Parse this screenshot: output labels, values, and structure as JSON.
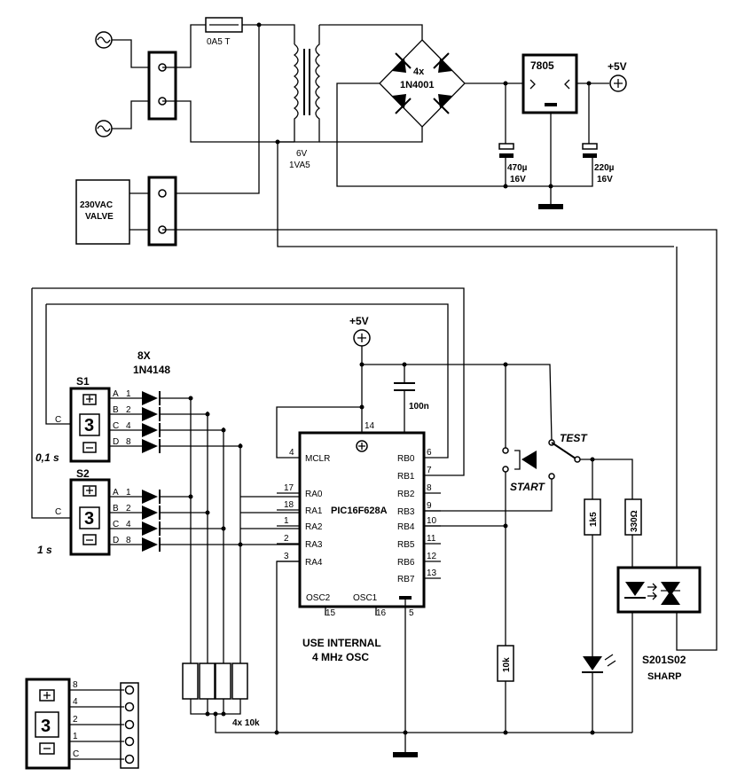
{
  "fuse_label": "0A5 T",
  "transformer": {
    "voltage": "6V",
    "power": "1VA5"
  },
  "bridge": {
    "count": "4x",
    "part": "1N4001"
  },
  "regulator": {
    "part": "7805"
  },
  "supply_out": "+5V",
  "supply_mcu": "+5V",
  "caps": {
    "c1_value": "470µ",
    "c1_volt": "16V",
    "c2_value": "220µ",
    "c2_volt": "16V",
    "c3_value": "100n"
  },
  "valve": {
    "line1": "230VAC",
    "line2": "VALVE"
  },
  "diodes": {
    "count": "8X",
    "part": "1N4148"
  },
  "switch1": {
    "name": "S1",
    "digit": "3",
    "common": "C",
    "time": "0,1 s",
    "pins": [
      {
        "letter": "A",
        "num": "1"
      },
      {
        "letter": "B",
        "num": "2"
      },
      {
        "letter": "C",
        "num": "4"
      },
      {
        "letter": "D",
        "num": "8"
      }
    ]
  },
  "switch2": {
    "name": "S2",
    "digit": "3",
    "common": "C",
    "time": "1 s",
    "pins": [
      {
        "letter": "A",
        "num": "1"
      },
      {
        "letter": "B",
        "num": "2"
      },
      {
        "letter": "C",
        "num": "4"
      },
      {
        "letter": "D",
        "num": "8"
      }
    ]
  },
  "mcu": {
    "part": "PIC16F628A",
    "vdd_pin": "14",
    "vss_pin": "5",
    "left_pins": [
      {
        "name": "MCLR",
        "num": "4"
      },
      {
        "name": "RA0",
        "num": "17"
      },
      {
        "name": "RA1",
        "num": "18"
      },
      {
        "name": "RA2",
        "num": "1"
      },
      {
        "name": "RA3",
        "num": "2"
      },
      {
        "name": "RA4",
        "num": "3"
      }
    ],
    "right_pins": [
      {
        "name": "RB0",
        "num": "6"
      },
      {
        "name": "RB1",
        "num": "7"
      },
      {
        "name": "RB2",
        "num": "8"
      },
      {
        "name": "RB3",
        "num": "9"
      },
      {
        "name": "RB4",
        "num": "10"
      },
      {
        "name": "RB5",
        "num": "11"
      },
      {
        "name": "RB6",
        "num": "12"
      },
      {
        "name": "RB7",
        "num": "13"
      }
    ],
    "osc2": "OSC2",
    "osc2_pin": "15",
    "osc1": "OSC1",
    "osc1_pin": "16"
  },
  "osc_note": {
    "line1": "USE INTERNAL",
    "line2": "4 MHz OSC"
  },
  "resistors": {
    "pullups": "4x 10k",
    "r10k": "10k",
    "r1k5": "1k5",
    "r330": "330Ω"
  },
  "buttons": {
    "test": "TEST",
    "start": "START"
  },
  "ssr": {
    "part": "S201S02",
    "maker": "SHARP"
  },
  "legend": {
    "digit": "3",
    "pins": [
      "8",
      "4",
      "2",
      "1",
      "C"
    ]
  }
}
